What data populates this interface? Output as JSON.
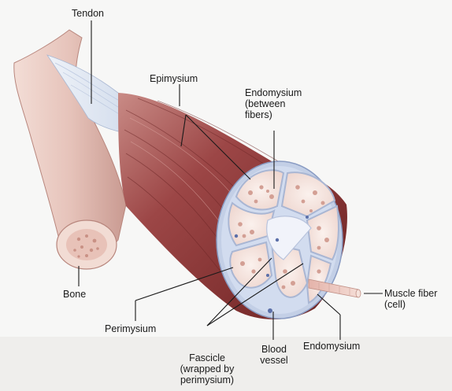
{
  "diagram": {
    "labels": {
      "tendon": "Tendon",
      "epimysium": "Epimysium",
      "endomysium_top": [
        "Endomysium",
        "(between",
        "fibers)"
      ],
      "bone": "Bone",
      "perimysium": "Perimysium",
      "fascicle": [
        "Fascicle",
        "(wrapped by",
        "perimysium)"
      ],
      "blood_vessel": [
        "Blood",
        "vessel"
      ],
      "endomysium_bottom": "Endomysium",
      "muscle_fiber": [
        "Muscle fiber",
        "(cell)"
      ]
    },
    "colors": {
      "muscle_dark": "#8a3636",
      "muscle_mid": "#b55a5a",
      "tendon": "#dfe6f2",
      "bone": "#e9cfc8",
      "fascicle_fill": "#f6e7e2",
      "sheath": "#c9d4ea",
      "leader_line": "#1a1a1a"
    }
  }
}
